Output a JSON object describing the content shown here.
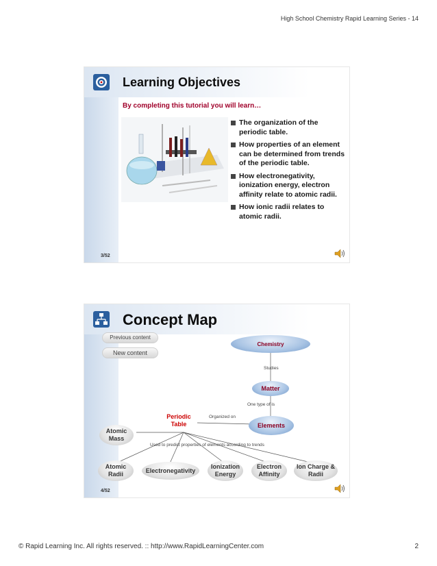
{
  "header": {
    "series": "High School Chemistry Rapid Learning Series - 14"
  },
  "footer": {
    "copyright": "© Rapid Learning Inc. All rights reserved. :: http://www.RapidLearningCenter.com",
    "page": "2"
  },
  "slide1": {
    "title": "Learning Objectives",
    "subtitle": "By completing this tutorial you will learn…",
    "bullets": [
      "The organization of the periodic table.",
      "How properties of an element can be determined from trends of the periodic table.",
      "How electronegativity, ionization energy, electron affinity relate to atomic radii.",
      "How ionic radii relates to atomic radii."
    ],
    "page": "3/52",
    "icon": "target-icon"
  },
  "slide2": {
    "title": "Concept Map",
    "legend": {
      "previous": "Previous content",
      "new": "New content"
    },
    "nodes": {
      "chemistry": "Chemistry",
      "matter": "Matter",
      "elements": "Elements",
      "periodic_table": "Periodic Table",
      "atomic_mass": "Atomic Mass",
      "atomic_radii": "Atomic Radii",
      "electronegativity": "Electronegativity",
      "ionization_energy": "Ionization Energy",
      "electron_affinity": "Electron Affinity",
      "ion_charge": "Ion Charge & Radii"
    },
    "edges": {
      "studies": "Studies",
      "one_type_of": "One type of is",
      "organized_on": "Organized on",
      "used_to_predict": "Used to predict properties of elements according to trends"
    },
    "page": "4/52",
    "icon": "concept-map-icon"
  },
  "colors": {
    "accent_red": "#a0002a",
    "slide_blue": "#c9d8ea"
  }
}
